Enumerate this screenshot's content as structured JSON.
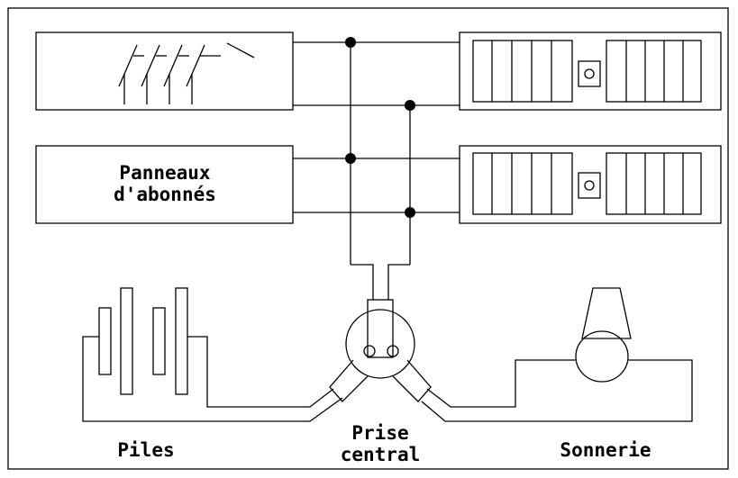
{
  "labels": {
    "panneaux": {
      "line1": "Panneaux",
      "line2": "d'abonnés"
    },
    "piles": "Piles",
    "prise": {
      "line1": "Prise",
      "line2": "central"
    },
    "sonnerie": "Sonnerie"
  }
}
